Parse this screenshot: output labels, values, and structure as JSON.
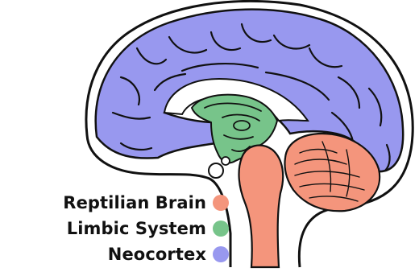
{
  "diagram": {
    "regions": [
      {
        "id": "reptilian",
        "label": "Reptilian Brain",
        "color": "#f4957c"
      },
      {
        "id": "limbic",
        "label": "Limbic System",
        "color": "#77c48a"
      },
      {
        "id": "neocortex",
        "label": "Neocortex",
        "color": "#9898ef"
      }
    ],
    "legend_position": "bottom-left"
  }
}
